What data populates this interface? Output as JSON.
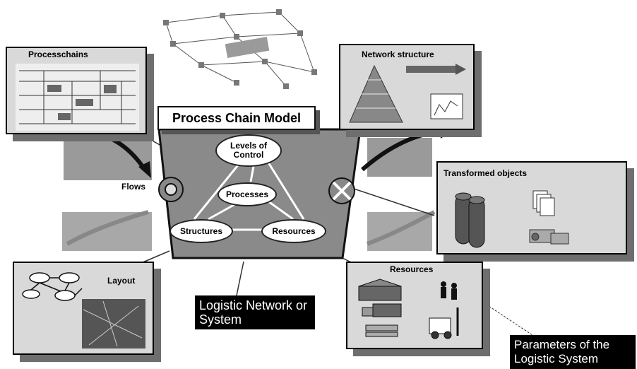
{
  "central": {
    "title": "Process Chain Model",
    "nodes": {
      "levels": "Levels of Control",
      "processes": "Processes",
      "structures": "Structures",
      "resources": "Resources"
    }
  },
  "flows_label": "Flows",
  "boxes": {
    "processchains": "Processchains",
    "network_structure": "Network structure",
    "transformed_objects": "Transformed objects",
    "layout": "Layout",
    "resources": "Resources"
  },
  "labels": {
    "logistic_network": "Logistic Network or System",
    "parameters": "Parameters of the Logistic System"
  }
}
